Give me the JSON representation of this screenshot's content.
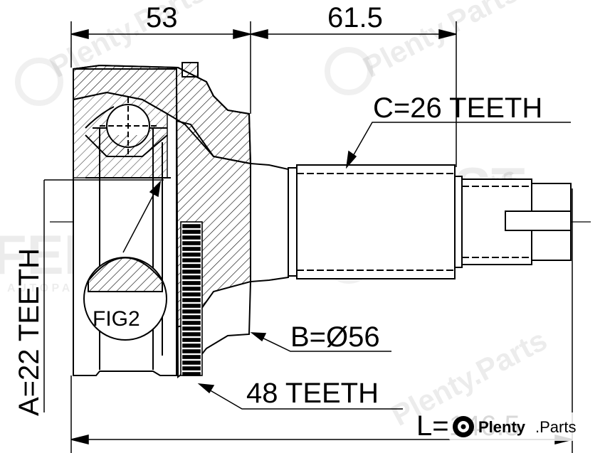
{
  "dimensions": {
    "outer_width": "53",
    "shaft_length": "61.5",
    "total_length": "L=146.5"
  },
  "callouts": {
    "c_teeth": "C=26 TEETH",
    "b_diameter": "B=Ø56",
    "abs_ring_teeth": "48 TEETH",
    "a_teeth": "A=22 TEETH",
    "detail": "FIG2"
  },
  "watermarks": {
    "brand": "FEBEST",
    "sub": "A U T O   P A R T S",
    "site": "Plenty.Parts"
  },
  "badge": {
    "name": "Plenty",
    "suffix": ".Parts"
  }
}
